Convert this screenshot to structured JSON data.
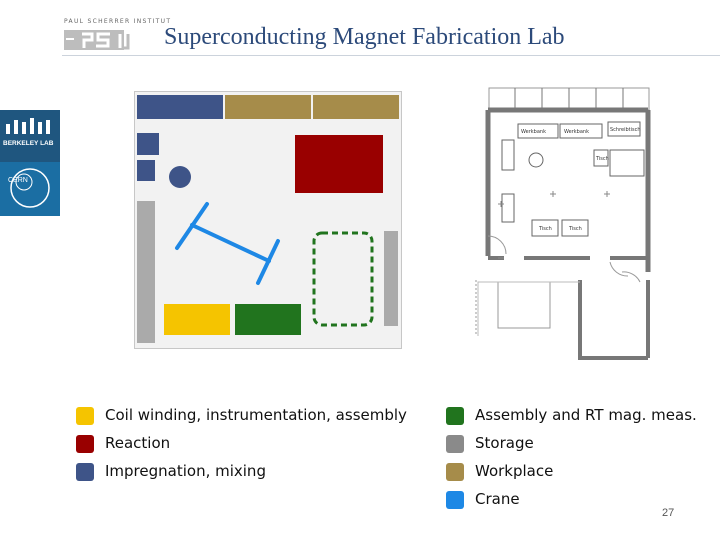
{
  "header": {
    "logo_text": "PAUL SCHERRER INSTITUT",
    "logo_mark": "PSI",
    "title": "Superconducting Magnet Fabrication Lab"
  },
  "side_logos": {
    "berkeley": "BERKELEY LAB",
    "cern": "CERN"
  },
  "colors": {
    "yellow": "#f5c400",
    "red": "#990000",
    "blue": "#3e5488",
    "green": "#21741e",
    "gray": "#8a8a8a",
    "tan": "#a68c4a",
    "crane": "#1e88e5"
  },
  "floorplan_labels": {
    "werkbank_1": "Werkbank",
    "werkbank_2": "Werkbank",
    "schreibtisch": "Schreibtisch",
    "tisch_1": "Tisch",
    "tisch_2": "Tisch",
    "hoch_tisch": "Tisch"
  },
  "legend": [
    {
      "label": "Coil winding, instrumentation, assembly",
      "color": "#f5c400"
    },
    {
      "label": "Reaction",
      "color": "#990000"
    },
    {
      "label": "Impregnation, mixing",
      "color": "#3e5488"
    },
    {
      "label": "Assembly and RT mag. meas.",
      "color": "#21741e"
    },
    {
      "label": "Storage",
      "color": "#8a8a8a"
    },
    {
      "label": "Workplace",
      "color": "#a68c4a"
    },
    {
      "label": "Crane",
      "color": "#1e88e5"
    }
  ],
  "page_number": "27"
}
